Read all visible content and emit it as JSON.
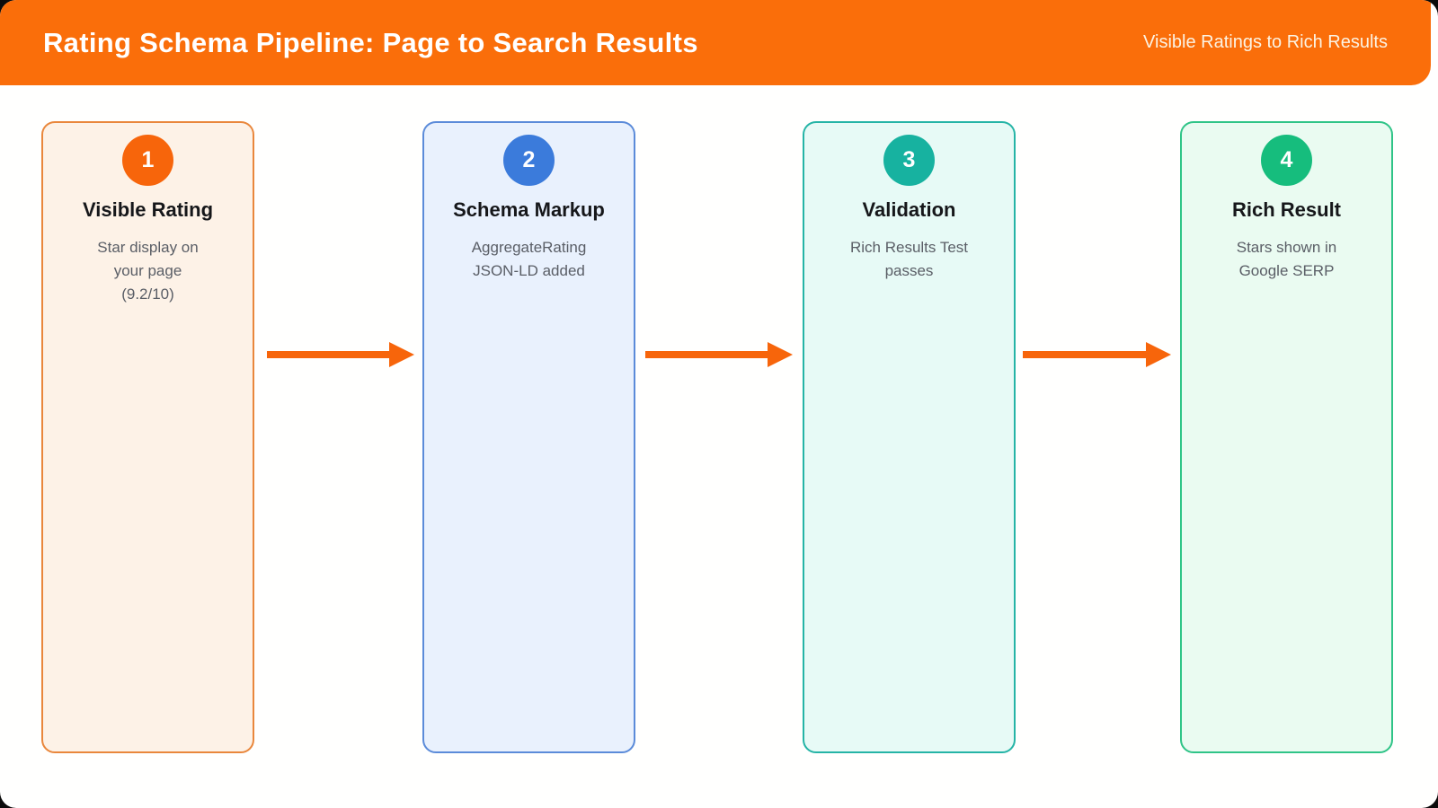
{
  "header": {
    "title": "Rating Schema Pipeline: Page to Search Results",
    "subtitle": "Visible Ratings to Rich Results",
    "background": "#FA6E0A",
    "title_color": "#FFFFFF",
    "subtitle_color": "#FCF3E3"
  },
  "flow": {
    "arrow_color": "#F7650B",
    "steps": [
      {
        "number": "1",
        "title": "Visible Rating",
        "description": "Star display on\nyour page\n(9.2/10)",
        "circle_color": "#F7650B",
        "border_color": "#E9873C",
        "background": "#FDF2E7"
      },
      {
        "number": "2",
        "title": "Schema Markup",
        "description": "AggregateRating\nJSON-LD added",
        "circle_color": "#3B7BDB",
        "border_color": "#5B8BD9",
        "background": "#E9F1FD"
      },
      {
        "number": "3",
        "title": "Validation",
        "description": "Rich Results Test\npasses",
        "circle_color": "#17B2A0",
        "border_color": "#25B4A6",
        "background": "#E7FAF6"
      },
      {
        "number": "4",
        "title": "Rich Result",
        "description": "Stars shown in\nGoogle SERP",
        "circle_color": "#16BD7D",
        "border_color": "#2FC487",
        "background": "#EAFBF1"
      }
    ]
  }
}
